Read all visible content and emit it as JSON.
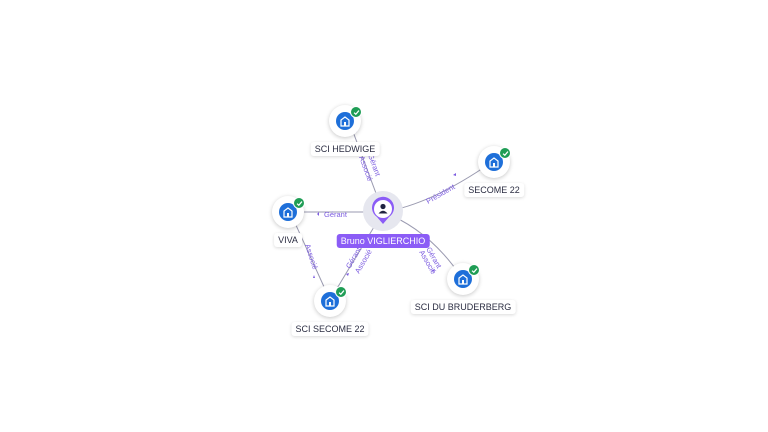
{
  "center": {
    "name": "Bruno VIGLIERCHIO",
    "icon": "person-icon"
  },
  "companies": [
    {
      "name": "SCI HEDWIGE",
      "icon": "building-icon",
      "status": "active-check-icon"
    },
    {
      "name": "SECOME 22",
      "icon": "building-icon",
      "status": "active-check-icon"
    },
    {
      "name": "VIVA",
      "icon": "building-icon",
      "status": "active-check-icon"
    },
    {
      "name": "SCI DU BRUDERBERG",
      "icon": "building-icon",
      "status": "active-check-icon"
    },
    {
      "name": "SCI SECOME 22",
      "icon": "building-icon",
      "status": "active-check-icon"
    }
  ],
  "relations": {
    "hedwige": [
      "Gérant",
      "Associé"
    ],
    "secome": [
      "Président"
    ],
    "viva": [
      "Gérant"
    ],
    "bruderberg": [
      "Gérant",
      "Associé"
    ],
    "scisecome": [
      "Gérant",
      "Associé"
    ],
    "viva_scisecome": [
      "Associé"
    ]
  },
  "colors": {
    "accent": "#8b5cf6",
    "node": "#1e6fd9",
    "check": "#1f9d55",
    "edge": "#9a9ab0",
    "edge_label": "#7c5ce0"
  }
}
